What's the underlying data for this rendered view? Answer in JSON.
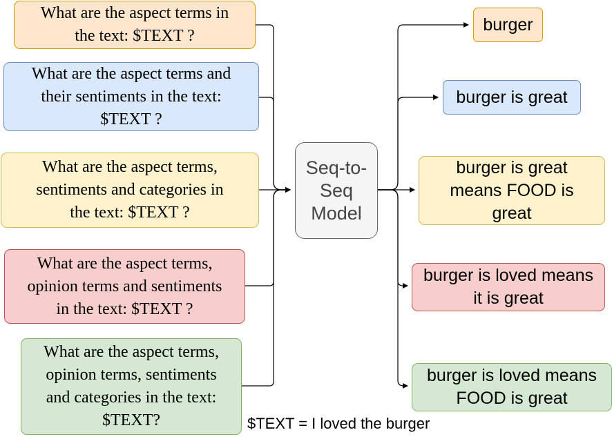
{
  "colors": {
    "orange_fill": "#ffe6cc",
    "orange_stroke": "#d79b00",
    "blue_fill": "#dae8fc",
    "blue_stroke": "#6c8ebf",
    "yellow_fill": "#fff2cc",
    "yellow_stroke": "#d6b656",
    "red_fill": "#f8cecc",
    "red_stroke": "#b85450",
    "green_fill": "#d5e8d4",
    "green_stroke": "#82b366",
    "model_fill": "#f5f5f5",
    "model_stroke": "#666666",
    "line": "#000000"
  },
  "questions": [
    "What are the aspect terms in\nthe text: $TEXT ?",
    "What are the aspect terms and\ntheir sentiments in the text:\n$TEXT ?",
    "What are the aspect terms,\nsentiments and categories in\nthe text: $TEXT ?",
    "What are the aspect terms,\nopinion terms and sentiments\nin the text: $TEXT ?",
    "What are the aspect terms,\nopinion terms, sentiments\nand categories in the text:\n$TEXT?"
  ],
  "model": {
    "label": "Seq-to-\nSeq\nModel"
  },
  "outputs": [
    "burger",
    "burger is great",
    "burger is great\nmeans FOOD is\ngreat",
    "burger is loved means\nit is great",
    "burger is loved means\nFOOD is great"
  ],
  "note": "$TEXT = I loved the burger"
}
